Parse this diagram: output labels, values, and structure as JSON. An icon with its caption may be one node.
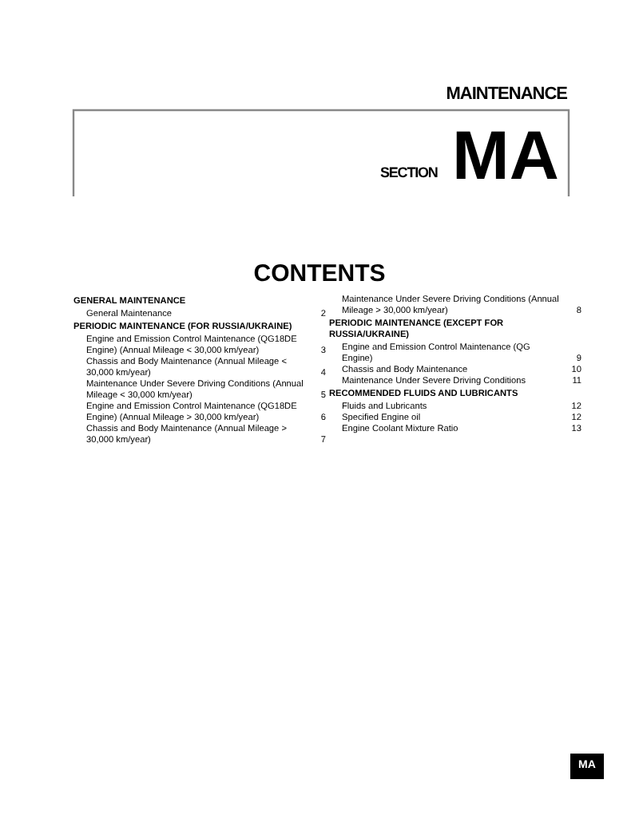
{
  "diagram": {
    "title": "CONTENTS",
    "labels": [
      "MAINTENANCE",
      "SECTION",
      "MA",
      "GENERAL MAINTENANCE",
      "General Maintenance",
      "2",
      "PERIODIC MAINTENANCE (FOR RUSSIA/UKRAINE)",
      "Engine and Emission Control Maintenance (QG18DE Engine) (Annual Mileage < 30,000 km/year)",
      "3",
      "Chassis and Body Maintenance (Annual Mileage < 30,000 km/year)",
      "4",
      "Maintenance Under Severe Driving Conditions (Annual Mileage < 30,000 km/year)",
      "5",
      "Engine and Emission Control Maintenance (QG18DE Engine) (Annual Mileage > 30,000 km/year)",
      "6",
      "Chassis and Body Maintenance (Annual Mileage > 30,000 km/year)",
      "7",
      "Maintenance Under Severe Driving Conditions (Annual Mileage > 30,000 km/year)",
      "8",
      "PERIODIC MAINTENANCE (EXCEPT FOR RUSSIA/UKRAINE)",
      "Engine and Emission Control Maintenance (QG Engine)",
      "9",
      "Chassis and Body Maintenance",
      "10",
      "Maintenance Under Severe Driving Conditions",
      "11",
      "RECOMMENDED FLUIDS AND LUBRICANTS",
      "Fluids and Lubricants",
      "12",
      "Specified Engine oil",
      "12",
      "Engine Coolant Mixture Ratio",
      "13",
      "MA"
    ]
  }
}
